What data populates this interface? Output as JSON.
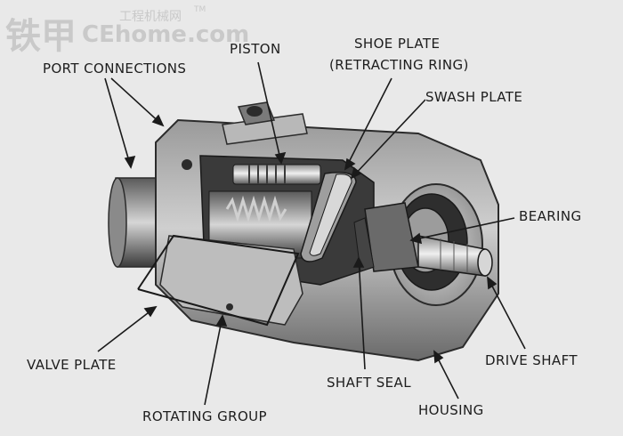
{
  "watermark": {
    "brand_cn": "铁甲",
    "brand_latin": "CEhome.com",
    "tagline": "工程机械网",
    "trademark": "TM"
  },
  "labels": {
    "port_connections": "PORT CONNECTIONS",
    "piston": "PISTON",
    "shoe_plate": "SHOE PLATE",
    "retracting_ring": "(RETRACTING RING)",
    "swash_plate": "SWASH PLATE",
    "bearing": "BEARING",
    "valve_plate": "VALVE PLATE",
    "drive_shaft": "DRIVE SHAFT",
    "shaft_seal": "SHAFT SEAL",
    "rotating_group": "ROTATING GROUP",
    "housing": "HOUSING"
  },
  "colors": {
    "background": "#e9e9e9",
    "ink": "#1d1d1d",
    "metal_dark": "#2b2b2b",
    "metal_mid": "#6e6e6e",
    "metal_light": "#c8c8c8",
    "watermark": "#c9c9c9"
  }
}
